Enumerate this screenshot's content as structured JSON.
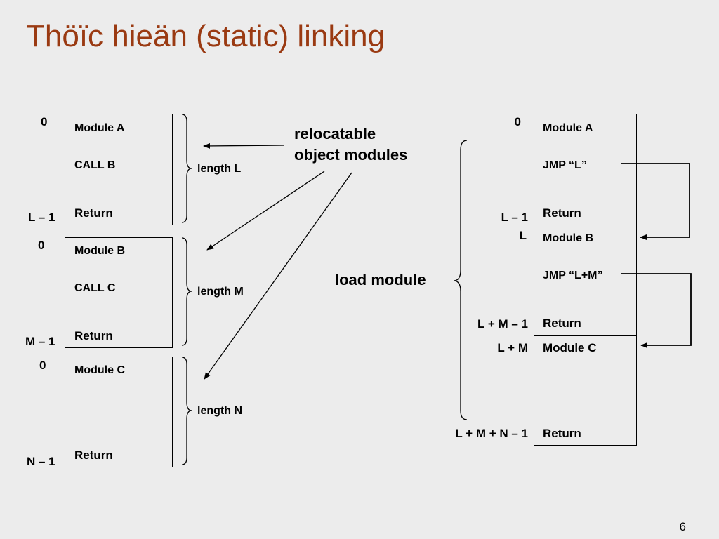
{
  "title": "Thöïc hieän (static) linking",
  "page_number": "6",
  "left_modules": [
    {
      "start": "0",
      "end": "L – 1",
      "name": "Module A",
      "call": "CALL B",
      "ret": "Return",
      "length": "length L"
    },
    {
      "start": "0",
      "end": "M – 1",
      "name": "Module B",
      "call": "CALL C",
      "ret": "Return",
      "length": "length M"
    },
    {
      "start": "0",
      "end": "N – 1",
      "name": "Module C",
      "call": "",
      "ret": "Return",
      "length": "length N"
    }
  ],
  "relocatable_label": [
    "relocatable",
    "object modules"
  ],
  "load_module_label": "load module",
  "load_module": {
    "a": {
      "start": "0",
      "end": "L – 1",
      "name": "Module A",
      "jmp": "JMP “L”",
      "ret": "Return"
    },
    "b": {
      "start": "L",
      "end": "L + M – 1",
      "name": "Module B",
      "jmp": "JMP “L+M”",
      "ret": "Return"
    },
    "c": {
      "start": "L + M",
      "end": "L + M + N – 1",
      "name": "Module C",
      "ret": "Return"
    }
  }
}
